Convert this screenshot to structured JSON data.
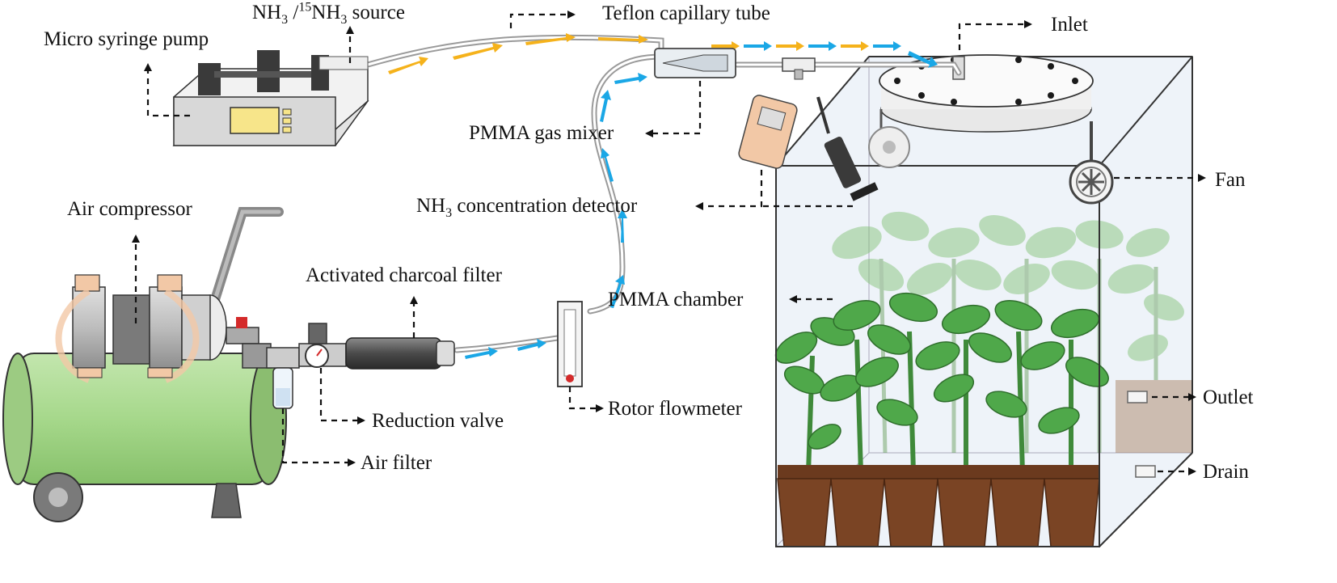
{
  "labels": {
    "micro_syringe_pump": "Micro syringe pump",
    "nh3_source_a": "NH",
    "nh3_source_a_sub": "3",
    "nh3_source_sep": " /",
    "nh3_source_sup": "15",
    "nh3_source_b": "NH",
    "nh3_source_b_sub": "3",
    "nh3_source_tail": " source",
    "teflon_capillary_tube": "Teflon capillary tube",
    "inlet": "Inlet",
    "pmma_gas_mixer": "PMMA gas mixer",
    "fan": "Fan",
    "air_compressor": "Air compressor",
    "nh3_detector_a": "NH",
    "nh3_detector_sub": "3",
    "nh3_detector_tail": " concentration detector",
    "activated_charcoal_filter": "Activated charcoal filter",
    "pmma_chamber": "PMMA chamber",
    "outlet": "Outlet",
    "reduction_valve": "Reduction valve",
    "rotor_flowmeter": "Rotor flowmeter",
    "drain": "Drain",
    "air_filter": "Air filter"
  },
  "colors": {
    "nh3_flow_arrow": "#f5b21b",
    "air_flow_arrow": "#1aa7e6",
    "compressor_tank": "#a6d88b",
    "pot_soil": "#7a4424",
    "leaf": "#4fa84a",
    "chamber_glass": "#e6eef7"
  }
}
